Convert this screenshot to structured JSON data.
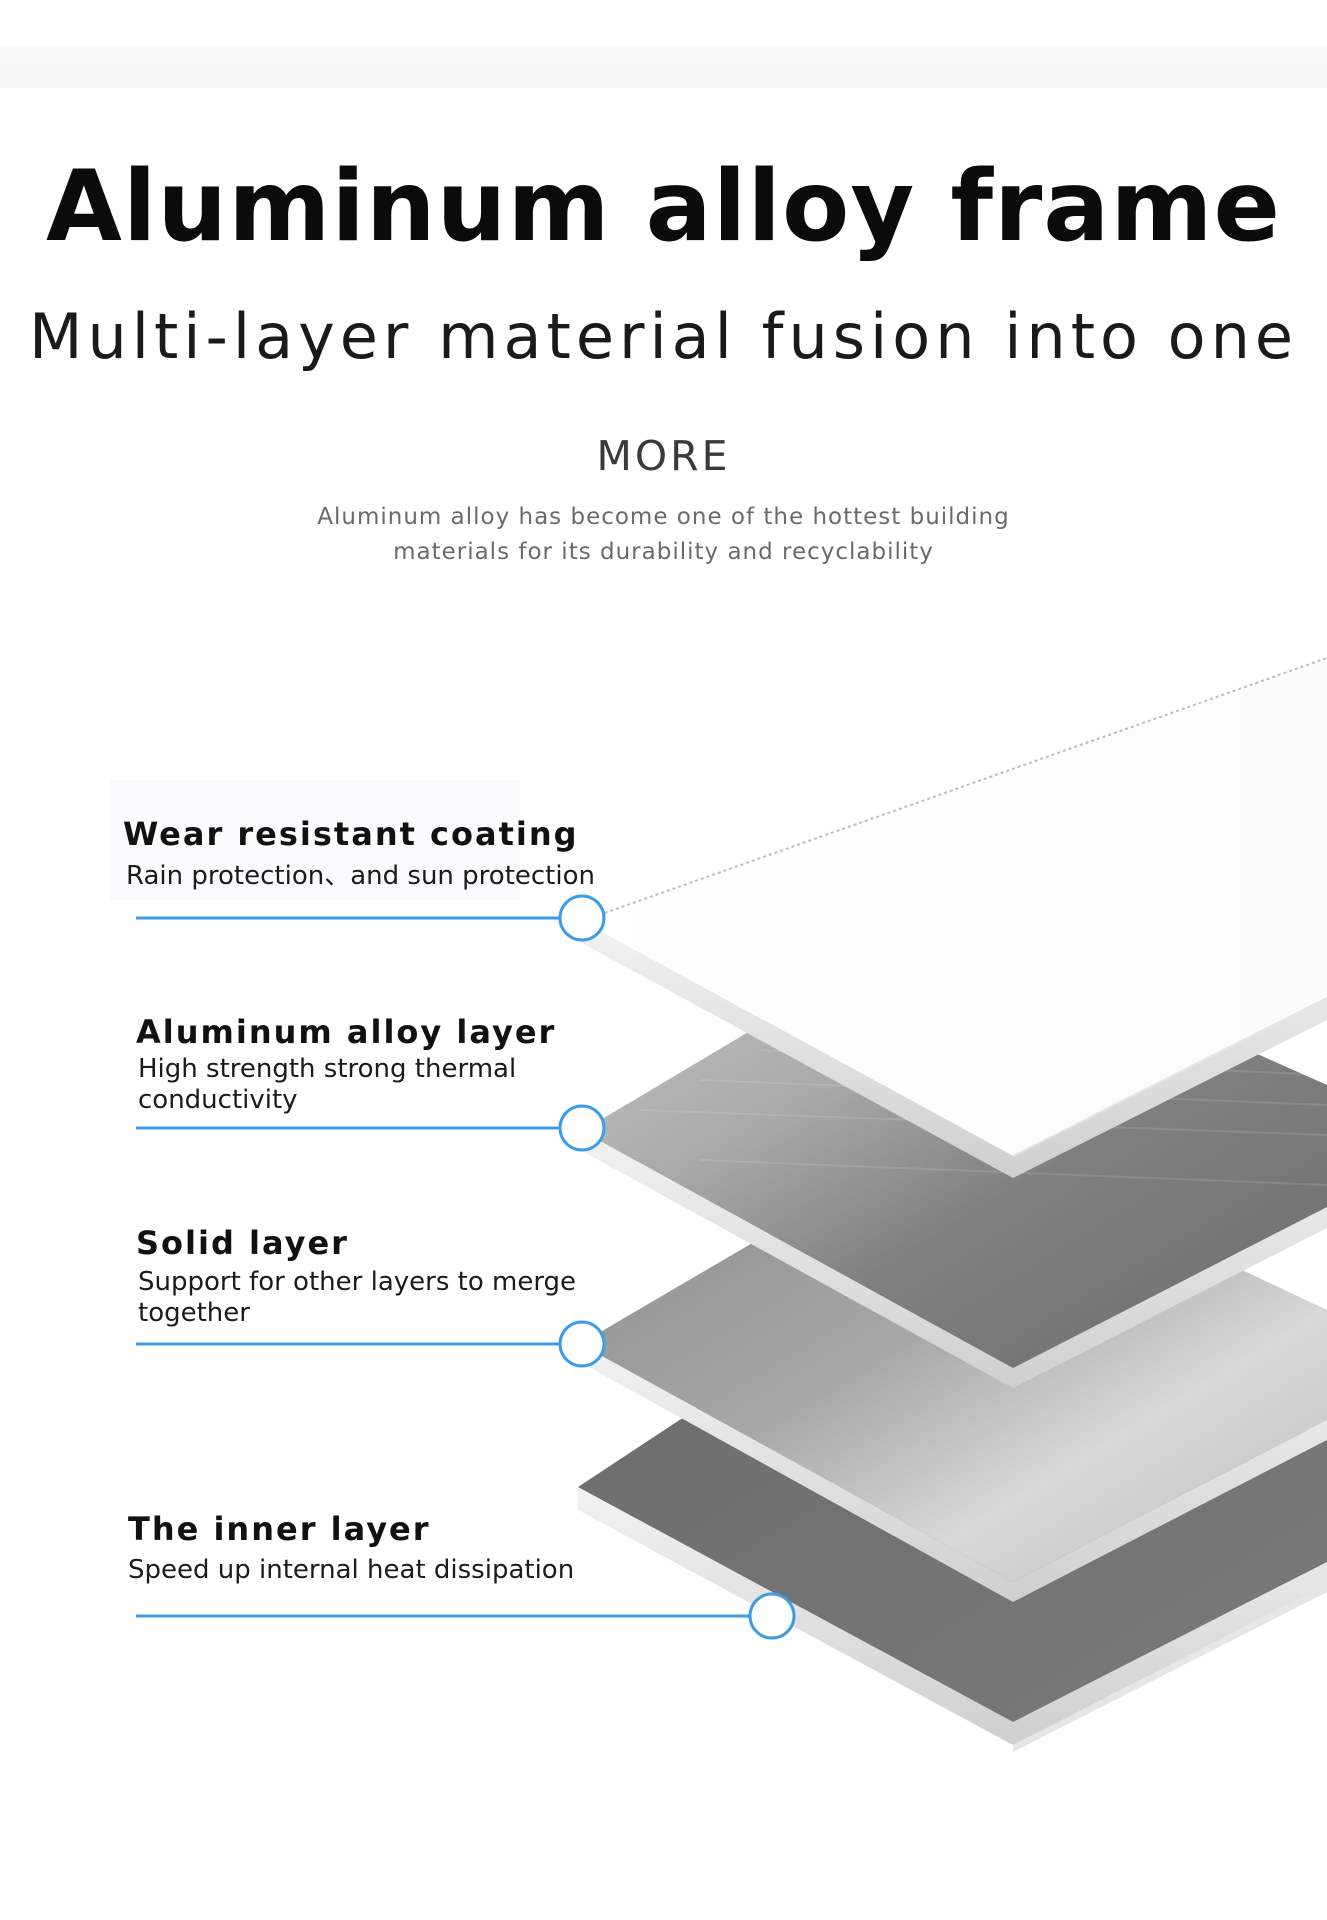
{
  "header": {
    "title": "Aluminum alloy frame",
    "subtitle": "Multi-layer material fusion into one",
    "more": "MORE",
    "description": "Aluminum alloy has become one of the hottest building materials for its durability and recyclability"
  },
  "layers": [
    {
      "name": "Wear resistant coating",
      "description": "Rain protection、and sun protection"
    },
    {
      "name": "Aluminum alloy layer",
      "description": "High strength strong thermal conductivity"
    },
    {
      "name": "Solid layer",
      "description": "Support for other layers to merge together"
    },
    {
      "name": "The inner layer",
      "description": "Speed up internal heat dissipation"
    }
  ],
  "colors": {
    "accent_line": "#3d9be9",
    "title_text": "#0b0b0b"
  }
}
